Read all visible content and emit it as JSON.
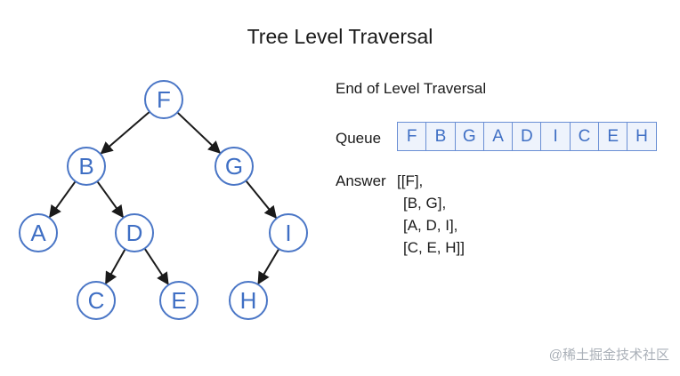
{
  "title": "Tree Level Traversal",
  "subtitle": "End of Level Traversal",
  "queue": {
    "label": "Queue",
    "items": [
      "F",
      "B",
      "G",
      "A",
      "D",
      "I",
      "C",
      "E",
      "H"
    ]
  },
  "answer": {
    "label": "Answer",
    "lines": [
      "[[F],",
      "[B, G],",
      "[A, D, I],",
      "[C, E, H]]"
    ]
  },
  "tree": {
    "nodes": [
      "F",
      "B",
      "G",
      "A",
      "D",
      "I",
      "C",
      "E",
      "H"
    ],
    "edges": [
      [
        "F",
        "B"
      ],
      [
        "F",
        "G"
      ],
      [
        "B",
        "A"
      ],
      [
        "B",
        "D"
      ],
      [
        "G",
        "I"
      ],
      [
        "D",
        "C"
      ],
      [
        "D",
        "E"
      ],
      [
        "I",
        "H"
      ]
    ]
  },
  "colors": {
    "node_stroke": "#4a76c6",
    "node_text": "#3f6fc4",
    "edge": "#1a1a1a",
    "queue_fill": "#eef3fc"
  },
  "watermark": "@稀土掘金技术社区"
}
